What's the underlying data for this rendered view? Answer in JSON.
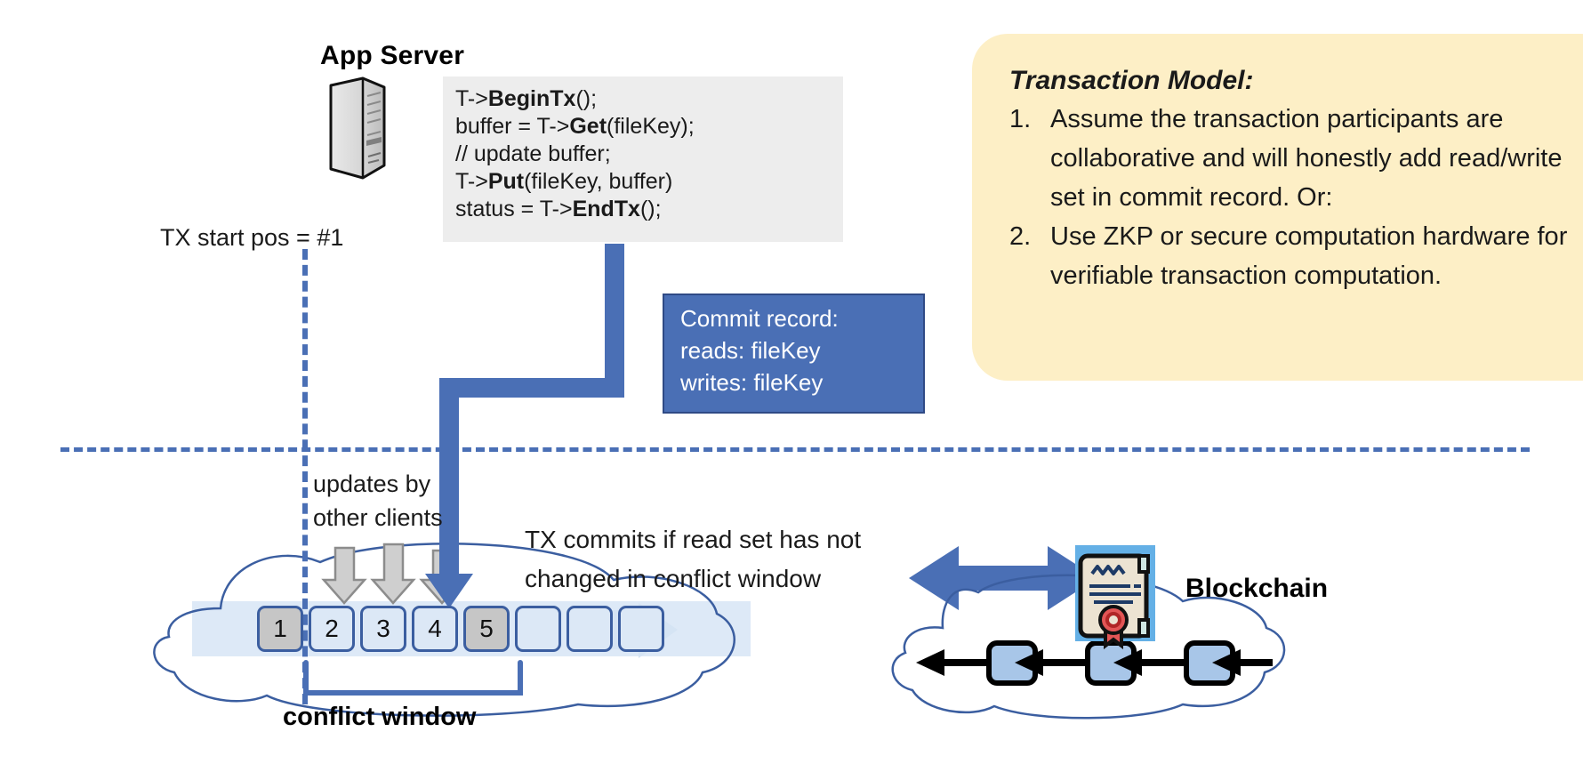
{
  "app_server": {
    "title": "App Server",
    "icon": "server-tower-icon",
    "code_lines": [
      {
        "pre": "T->",
        "bold": "BeginTx",
        "post": "();"
      },
      {
        "pre": "buffer = T->",
        "bold": "Get",
        "post": "(fileKey);"
      },
      {
        "pre": "// update buffer;",
        "bold": "",
        "post": ""
      },
      {
        "pre": "T->",
        "bold": "Put",
        "post": "(fileKey, buffer)"
      },
      {
        "pre": "status = T->",
        "bold": "EndTx",
        "post": "();"
      }
    ]
  },
  "commit_record": {
    "lines": [
      "Commit record:",
      "reads: fileKey",
      "writes: fileKey"
    ],
    "fill": "#4a6fb5",
    "border": "#2f4a85",
    "text_color": "#ffffff"
  },
  "transaction_model": {
    "title": "Transaction Model:",
    "fill": "#fdefc6",
    "items": [
      {
        "num": "1.",
        "text": "Assume the transaction participants are collaborative and will honestly add read/write set in commit record.  Or:"
      },
      {
        "num": "2.",
        "text": "Use ZKP or secure computation hardware for verifiable transaction computation."
      }
    ]
  },
  "log": {
    "tx_start_label": "TX start pos = #1",
    "updates_label_line1": "updates by",
    "updates_label_line2": "other clients",
    "tx_commits_label_line1": "TX commits if read set has not",
    "tx_commits_label_line2": "changed in conflict window",
    "conflict_window_label": "conflict window",
    "cells": [
      {
        "label": "1",
        "state": "gray"
      },
      {
        "label": "2",
        "state": "blue"
      },
      {
        "label": "3",
        "state": "blue"
      },
      {
        "label": "4",
        "state": "blue"
      },
      {
        "label": "5",
        "state": "gray"
      },
      {
        "label": "",
        "state": "blue"
      },
      {
        "label": "",
        "state": "blue"
      },
      {
        "label": "",
        "state": "blue"
      }
    ],
    "cell_fill_blue": "#dce8f6",
    "cell_fill_gray": "#c6c6c6",
    "cell_border": "#3b5ea0"
  },
  "blockchain": {
    "label": "Blockchain",
    "icon": "certificate-seal-icon",
    "block_count": 3,
    "block_fill": "#a8c6e8"
  },
  "colors": {
    "accent_blue": "#4a6fb5",
    "dark_blue": "#2f4a85",
    "cloud_outline": "#3b5ea0",
    "code_bg": "#ededed",
    "gray_arrow": "#c9c9c9",
    "gray_arrow_stroke": "#7d7d7d"
  }
}
